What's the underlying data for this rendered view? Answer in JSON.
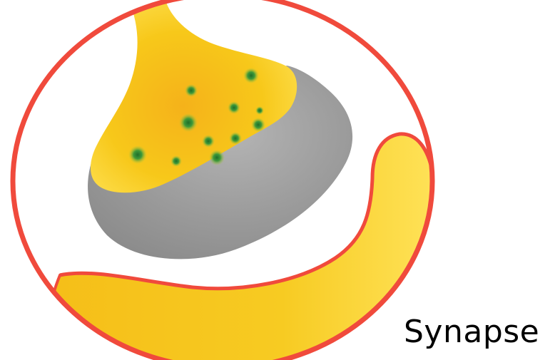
{
  "caption": "Synapse",
  "colors": {
    "membrane_outline": "#f04a3c",
    "neuron_fill": "#f7c81a",
    "neuron_highlight": "#ffe85c",
    "terminal_gray": "#9a9a9a",
    "vesicle": "#2e8a3a",
    "caption_text": "#000000",
    "background": "#ffffff"
  },
  "diagram": {
    "parts": [
      "presynaptic-terminal",
      "vesicles",
      "synaptic-cleft",
      "postsynaptic-dendrite"
    ]
  }
}
